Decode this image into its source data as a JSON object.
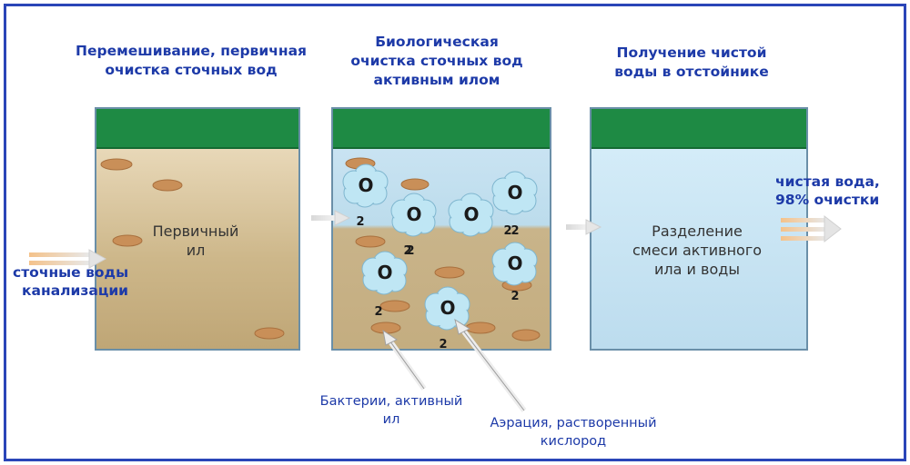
{
  "stages": [
    {
      "heading_lines": [
        "Перемешивание, первичная",
        "очистка сточных вод"
      ],
      "inner_lines": [
        "Первичный",
        "ил"
      ]
    },
    {
      "heading_lines": [
        "Биологическая",
        "очистка сточных вод",
        "активным илом"
      ],
      "inner_lines": []
    },
    {
      "heading_lines": [
        "Получение чистой",
        "воды в отстойнике"
      ],
      "inner_lines": [
        "Разделение",
        "смеси активного",
        "ила и воды"
      ]
    }
  ],
  "inflow_label_lines": [
    "сточные воды",
    "канализации"
  ],
  "outflow_label_lines": [
    "чистая вода,",
    "98% очистки"
  ],
  "callouts": {
    "bacteria_lines": [
      "Бактерии, активный",
      "ил"
    ],
    "aeration_lines": [
      "Аэрация, растворенный",
      "кислород"
    ]
  },
  "oxygen": {
    "letter": "O",
    "subscript": "2"
  },
  "colors": {
    "heading": "#1d3aa8",
    "frame": "#2a45b8",
    "lid": "#1e8a44",
    "sludge": "#c9a26a",
    "water": "#c9e3f2",
    "bubble": "#bfe6f4"
  }
}
